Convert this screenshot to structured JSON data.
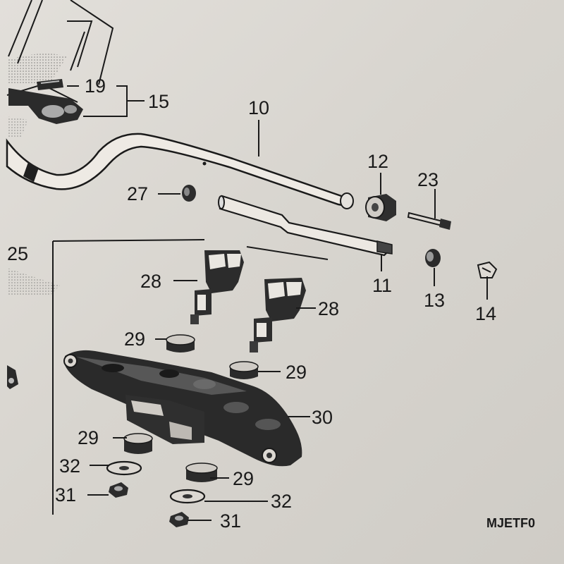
{
  "diagram": {
    "figure_code": "MJETF0",
    "callouts": {
      "p10": "10",
      "p11": "11",
      "p12": "12",
      "p13": "13",
      "p14": "14",
      "p15": "15",
      "p19": "19",
      "p23": "23",
      "p25": "25",
      "p27": "27",
      "p28a": "28",
      "p28b": "28",
      "p29a": "29",
      "p29b": "29",
      "p29c": "29",
      "p29d": "29",
      "p30": "30",
      "p31a": "31",
      "p31b": "31",
      "p32a": "32",
      "p32b": "32"
    }
  }
}
